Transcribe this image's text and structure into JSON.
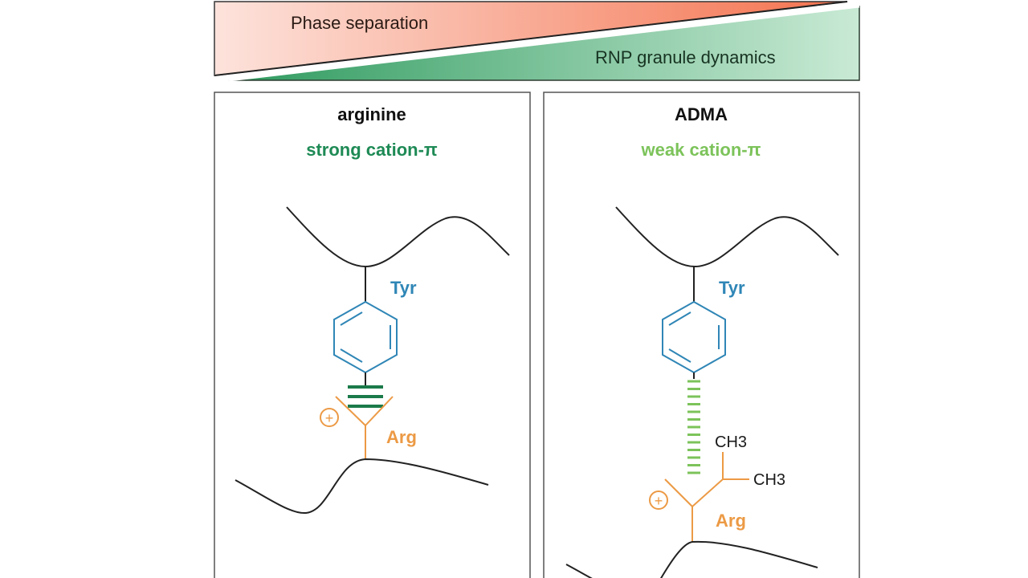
{
  "banner": {
    "top_label": "Phase separation",
    "bottom_label": "RNP granule dynamics",
    "colors": {
      "phase_light": "#fde3dc",
      "phase_dark": "#f4724e",
      "rnp_dark": "#2e9a5e",
      "rnp_light": "#c9ead5"
    }
  },
  "panels": [
    {
      "title": "arginine",
      "subtitle": "strong cation-π",
      "subtitle_color": "#1e8a55",
      "tyr_label": "Tyr",
      "arg_label": "Arg",
      "charge_symbol": "+",
      "interaction": "strong"
    },
    {
      "title": "ADMA",
      "subtitle": "weak cation-π",
      "subtitle_color": "#7cc35a",
      "tyr_label": "Tyr",
      "arg_label": "Arg",
      "charge_symbol": "+",
      "methyl_labels": [
        "CH3",
        "CH3"
      ],
      "interaction": "weak"
    }
  ],
  "colors": {
    "tyr": "#2f86b6",
    "arg": "#ec9a45",
    "backbone": "#222222",
    "strong_bond": "#1b7a4a",
    "weak_bond": "#7cc35a"
  }
}
